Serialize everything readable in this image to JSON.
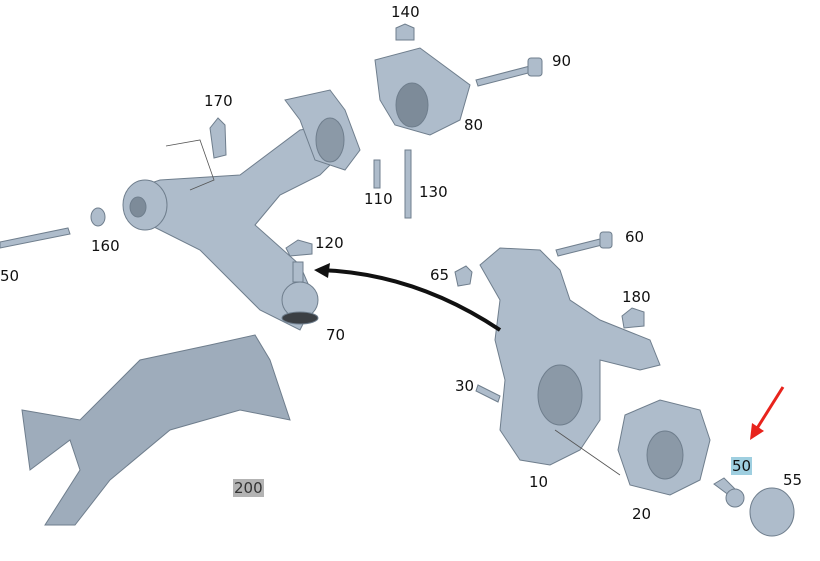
{
  "diagram": {
    "part_color": "#aebccb",
    "part_stroke": "#6f7e8d",
    "arrow_color": "#e8231c",
    "highlight_color": "#9fcfe0",
    "labels": [
      {
        "id": "140",
        "text": "140"
      },
      {
        "id": "90",
        "text": "90"
      },
      {
        "id": "170",
        "text": "170"
      },
      {
        "id": "80",
        "text": "80"
      },
      {
        "id": "110",
        "text": "110"
      },
      {
        "id": "130",
        "text": "130"
      },
      {
        "id": "160",
        "text": "160"
      },
      {
        "id": "50a",
        "text": "50"
      },
      {
        "id": "120",
        "text": "120"
      },
      {
        "id": "60",
        "text": "60"
      },
      {
        "id": "65",
        "text": "65"
      },
      {
        "id": "180",
        "text": "180"
      },
      {
        "id": "70",
        "text": "70"
      },
      {
        "id": "30",
        "text": "30"
      },
      {
        "id": "10",
        "text": "10"
      },
      {
        "id": "20",
        "text": "20"
      },
      {
        "id": "50b",
        "text": "50",
        "highlighted": true
      },
      {
        "id": "55",
        "text": "55"
      },
      {
        "id": "200",
        "text": "200",
        "grayed": true
      }
    ]
  }
}
